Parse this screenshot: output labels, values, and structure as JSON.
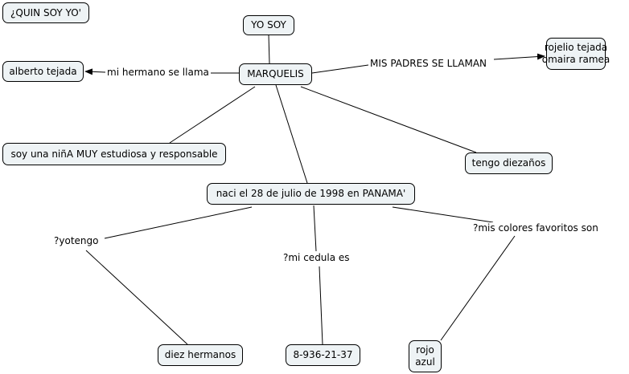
{
  "nodes": {
    "title": "¿QUIN SOY YO'",
    "yo_soy": "YO SOY",
    "marquelis": "MARQUELIS",
    "alberto": "alberto tejada",
    "padres_1": "rojelio tejada",
    "padres_2": "omaira ramea",
    "estudiosa": "soy una  niñA MUY estudiosa y responsable",
    "edad": "tengo diezaños",
    "nacimiento": "naci el 28 de julio de 1998 en PANAMA'",
    "hermanos": "diez hermanos",
    "cedula": "8-936-21-37",
    "color_1": "rojo",
    "color_2": "azul"
  },
  "links": {
    "hermano": "mi hermano se llama",
    "padres": "MIS PADRES SE LLAMAN",
    "yotengo": "?yotengo",
    "cedula": "?mi  cedula es",
    "colores": "?mis colores favoritos son"
  }
}
